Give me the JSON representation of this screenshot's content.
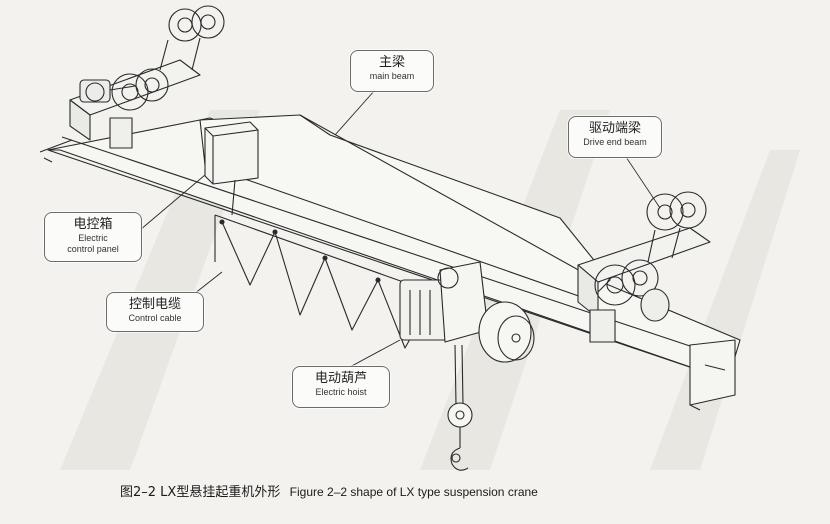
{
  "labels": {
    "main_beam": {
      "zh": "主梁",
      "en": "main beam"
    },
    "drive_end_beam": {
      "zh": "驱动端梁",
      "en": "Drive end beam"
    },
    "control_panel": {
      "zh": "电控箱",
      "en_line1": "Electric",
      "en_line2": "control panel"
    },
    "control_cable": {
      "zh": "控制电缆",
      "en": "Control cable"
    },
    "electric_hoist": {
      "zh": "电动葫芦",
      "en": "Electric hoist"
    }
  },
  "caption": {
    "zh": "图2–2  LX型悬挂起重机外形",
    "en": "Figure 2–2 shape of LX type suspension crane"
  },
  "colors": {
    "background": "#f3f2ee",
    "line": "#2a2a2a",
    "watermark": "#e6e5e0"
  }
}
